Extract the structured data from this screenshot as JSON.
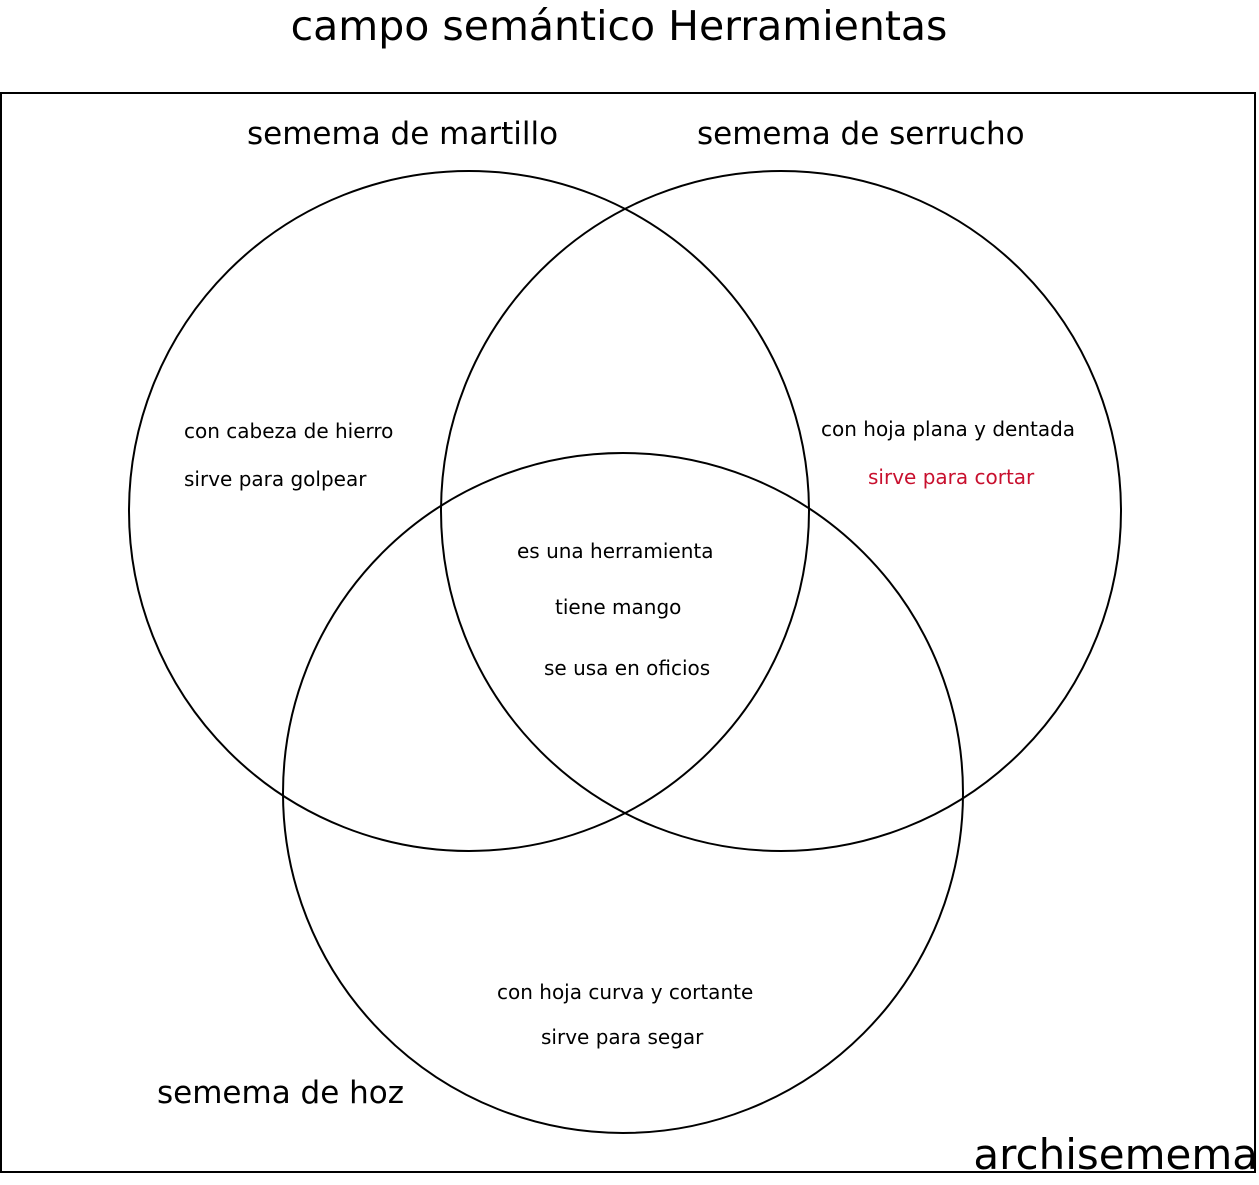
{
  "title": "campo semántico Herramientas",
  "sets": {
    "martillo": {
      "label": "semema de martillo",
      "features": [
        "con cabeza de hierro",
        "sirve para golpear"
      ]
    },
    "serrucho": {
      "label": "semema de serrucho",
      "features": [
        "con hoja plana y dentada",
        "sirve para cortar"
      ]
    },
    "hoz": {
      "label": "semema de hoz",
      "features": [
        "con hoja curva y cortante",
        "sirve para segar"
      ]
    }
  },
  "intersection": [
    "es una herramienta",
    "tiene mango",
    "se usa en oficios"
  ],
  "frame_label": "archisemema",
  "colors": {
    "highlight": "#c8102e",
    "stroke": "#000000"
  }
}
